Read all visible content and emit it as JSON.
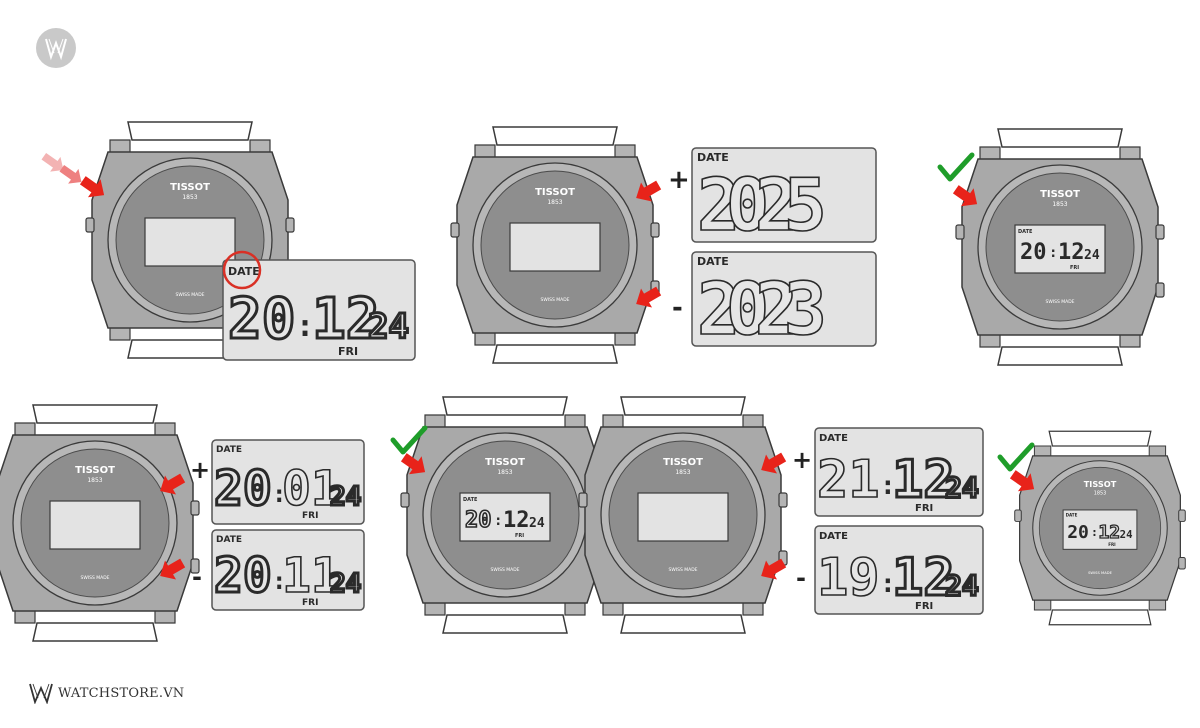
{
  "brand": {
    "footer_text": "WATCHSTORE.VN",
    "logo_letter": "W"
  },
  "watch": {
    "brand_name": "TISSOT",
    "brand_year": "1853",
    "dial_text": "SWISS MADE"
  },
  "labels": {
    "date": "DATE",
    "plus": "+",
    "minus": "-",
    "day": "FRI"
  },
  "displays": {
    "step1_main": {
      "left": "20",
      "sep": ":",
      "mid": "12",
      "small": "24",
      "day": "FRI"
    },
    "step2_plus_year": "2025",
    "step2_minus_year": "2023",
    "step3_main": {
      "left": "20",
      "sep": ":",
      "mid": "12",
      "small": "24",
      "day": "FRI"
    },
    "step4_plus": {
      "left": "20",
      "sep": ":",
      "mid": "01",
      "small": "24",
      "day": "FRI"
    },
    "step4_minus": {
      "left": "20",
      "sep": ":",
      "mid": "11",
      "small": "24",
      "day": "FRI"
    },
    "step5_main": {
      "left": "20",
      "sep": ":",
      "mid": "12",
      "small": "24",
      "day": "FRI"
    },
    "step6_plus": {
      "left": "21",
      "sep": ":",
      "mid": "12",
      "small": "24",
      "day": "FRI"
    },
    "step6_minus": {
      "left": "19",
      "sep": ":",
      "mid": "12",
      "small": "24",
      "day": "FRI"
    },
    "step7_main": {
      "left": "20",
      "sep": ":",
      "mid": "12",
      "small": "24",
      "day": "FRI"
    }
  },
  "colors": {
    "arrow": "#e8231a",
    "arrow_faded": "#f3a0a0",
    "check": "#1f9d2a",
    "case": "#a9a9a9",
    "dial": "#8e8e8e",
    "lcd": "#e3e3e3",
    "highlight_circle": "#d93025"
  }
}
